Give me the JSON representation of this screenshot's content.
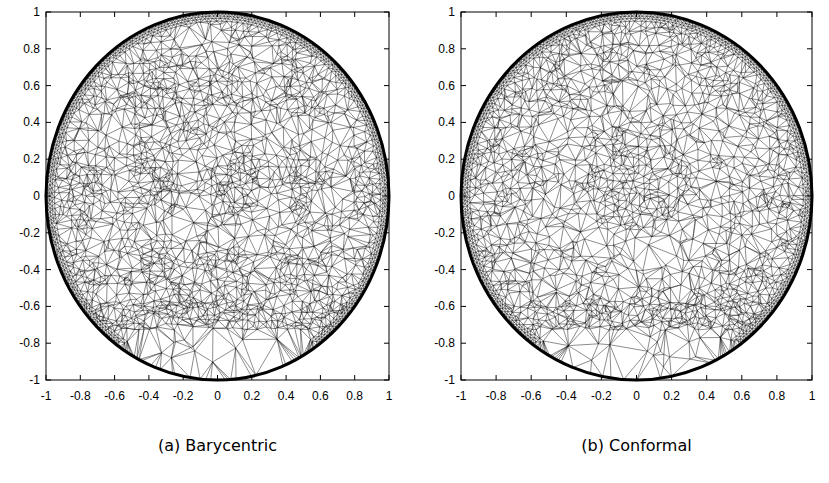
{
  "diagram": {
    "labels": [
      "1",
      "0.8",
      "0.6",
      "0.4",
      "0.2",
      "0",
      "-0.2",
      "-0.4",
      "-0.6",
      "-0.8",
      "-1",
      "-1",
      "-0.8",
      "-0.6",
      "-0.4",
      "-0.2",
      "0",
      "0.2",
      "0.4",
      "0.6",
      "0.8",
      "1",
      "(a) Barycentric",
      "1",
      "0.8",
      "0.6",
      "0.4",
      "0.2",
      "0",
      "-0.2",
      "-0.4",
      "-0.6",
      "-0.8",
      "-1",
      "-1",
      "-0.8",
      "-0.6",
      "-0.4",
      "-0.2",
      "0",
      "0.2",
      "0.4",
      "0.6",
      "0.8",
      "1",
      "(b) Conformal"
    ]
  }
}
